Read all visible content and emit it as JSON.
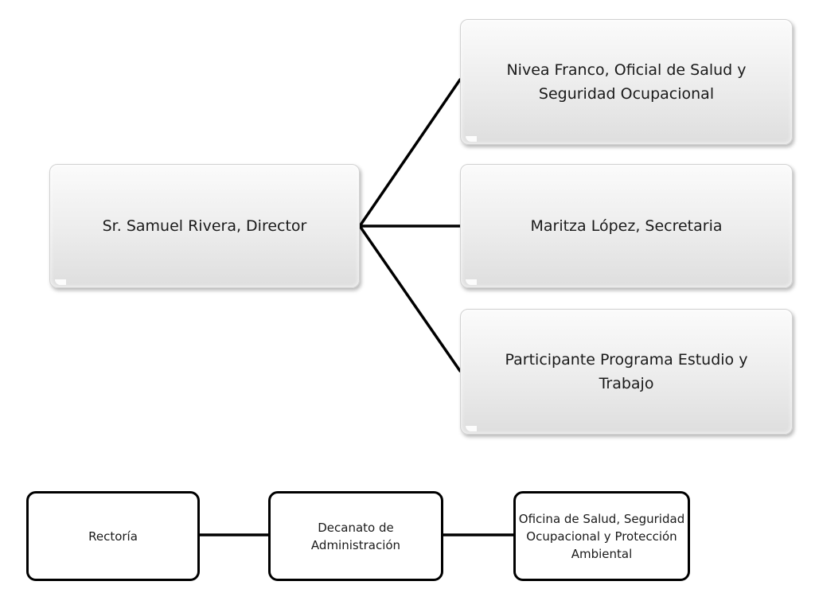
{
  "org_chart": {
    "director": "Sr. Samuel Rivera, Director",
    "staff": [
      "Nivea Franco, Oficial de Salud y Seguridad Ocupacional",
      "Maritza López, Secretaria",
      "Participante Programa Estudio y Trabajo"
    ]
  },
  "hierarchy": {
    "levels": [
      "Rectoría",
      "Decanato de Administración",
      "Oficina de Salud, Seguridad Ocupacional y Protección Ambiental"
    ]
  },
  "colors": {
    "box_fill_top": "#fbfbfb",
    "box_fill_bottom": "#dedede",
    "connector": "#000000",
    "text": "#1a1a1a"
  }
}
